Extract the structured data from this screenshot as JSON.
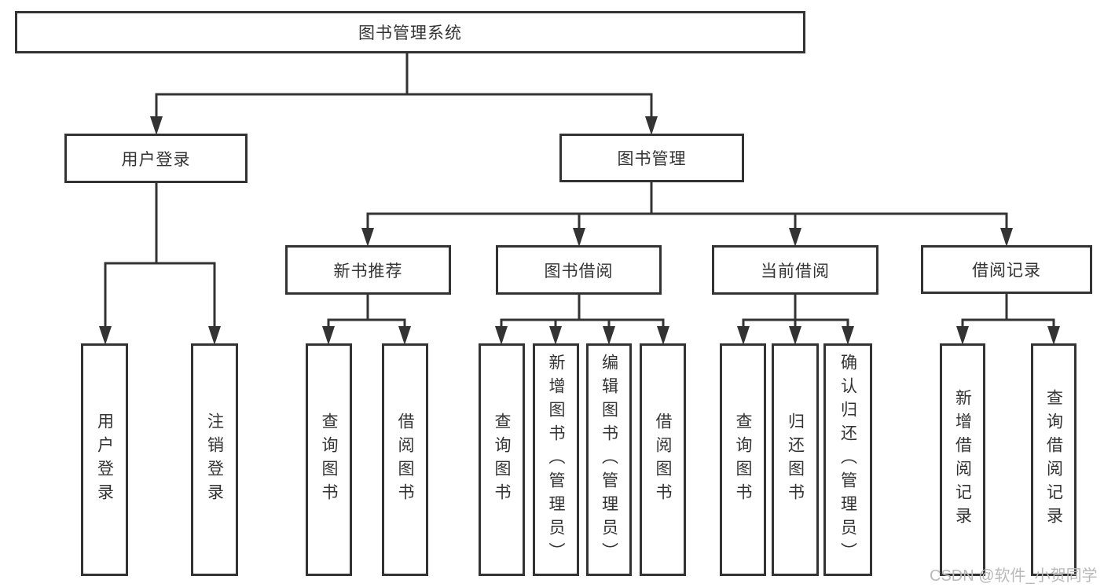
{
  "colors": {
    "line": "#333333",
    "text": "#333333",
    "background": "#ffffff",
    "watermark_text": "#b9b9b9"
  },
  "watermark": {
    "text": "CSDN @软件_小贺同学"
  },
  "tree": {
    "label": "图书管理系统",
    "children": [
      {
        "label": "用户登录",
        "children": [
          {
            "label": "用户登录"
          },
          {
            "label": "注销登录"
          }
        ]
      },
      {
        "label": "图书管理",
        "children": [
          {
            "label": "新书推荐",
            "children": [
              {
                "label": "查询图书"
              },
              {
                "label": "借阅图书"
              }
            ]
          },
          {
            "label": "图书借阅",
            "children": [
              {
                "label": "查询图书"
              },
              {
                "label": "新增图书（管理员）"
              },
              {
                "label": "编辑图书（管理员）"
              },
              {
                "label": "借阅图书"
              }
            ]
          },
          {
            "label": "当前借阅",
            "children": [
              {
                "label": "查询图书"
              },
              {
                "label": "归还图书"
              },
              {
                "label": "确认归还（管理员）"
              }
            ]
          },
          {
            "label": "借阅记录",
            "children": [
              {
                "label": "新增借阅记录"
              },
              {
                "label": "查询借阅记录"
              }
            ]
          }
        ]
      }
    ]
  }
}
